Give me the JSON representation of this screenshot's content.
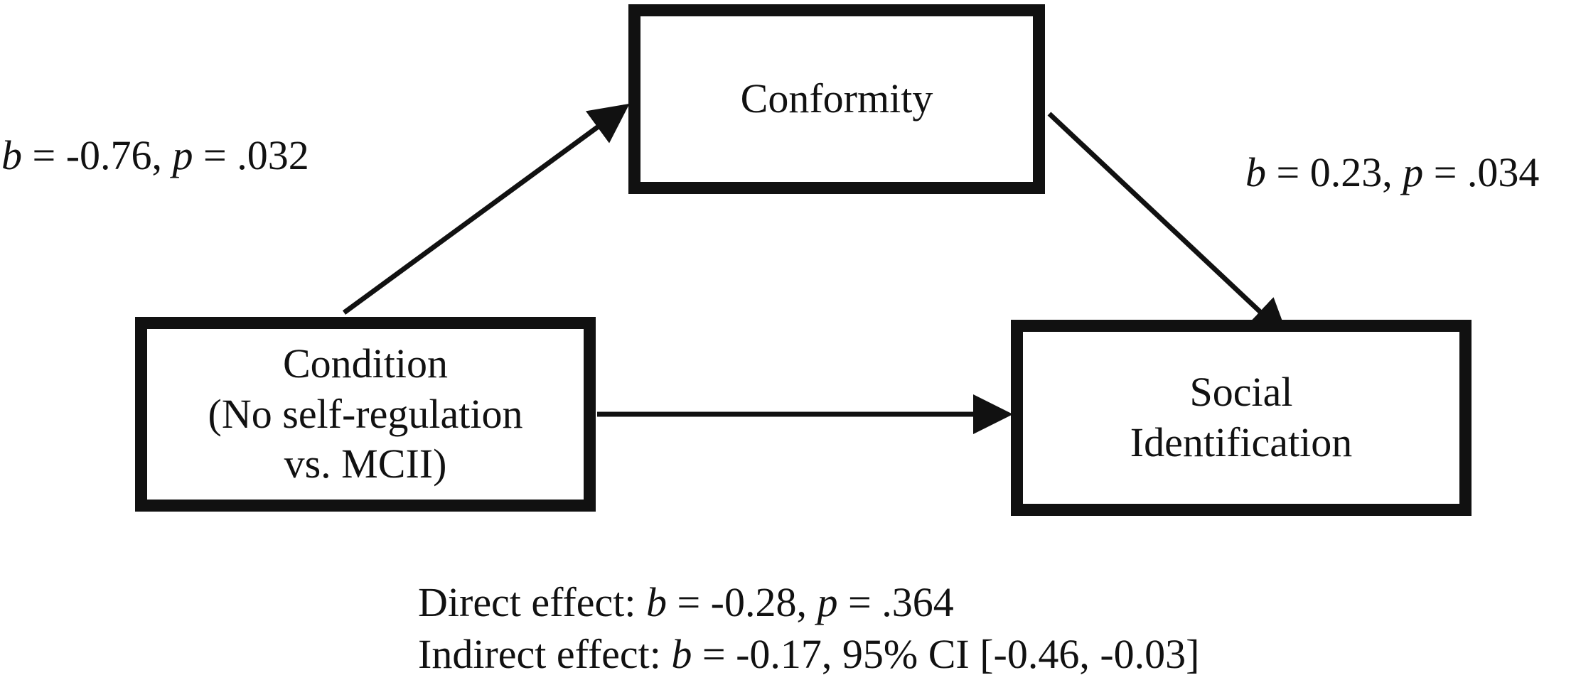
{
  "nodes": {
    "mediator": {
      "lines": [
        "Conformity"
      ]
    },
    "predictor": {
      "lines": [
        "Condition",
        "(No self-regulation",
        "vs. MCII)"
      ]
    },
    "outcome": {
      "lines": [
        "Social",
        "Identification"
      ]
    }
  },
  "paths": {
    "a": {
      "b_symbol": "b",
      "b_text": " = -0.76, ",
      "p_symbol": "p",
      "p_text": " = .032"
    },
    "b": {
      "b_symbol": "b",
      "b_text": " = 0.23, ",
      "p_symbol": "p",
      "p_text": " = .034"
    }
  },
  "effects": {
    "direct": {
      "label": "Direct effect: ",
      "b_symbol": "b",
      "b_text": " = -0.28, ",
      "p_symbol": "p",
      "p_text": " = .364"
    },
    "indirect": {
      "label": "Indirect effect: ",
      "b_symbol": "b",
      "b_text": " = -0.17, 95% CI [-0.46, -0.03]"
    }
  }
}
